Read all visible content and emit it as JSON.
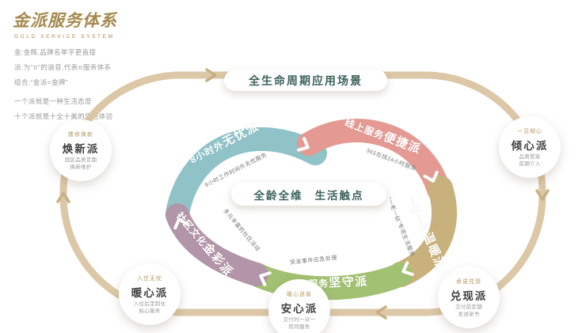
{
  "logo": {
    "title": "金派服务体系",
    "subtitle": "GOLD SERVICE SYSTEM"
  },
  "intro": {
    "line1": "金:金辉,品牌名单字更直接",
    "line2": "派:为“π”的谐音,代表π服务体系",
    "line3": "组合:“金派=金牌”",
    "line4": "一个派就是一种生活态度",
    "line5": "十个派就是十全十美的生活体验"
  },
  "diagram": {
    "top_pill": "全生命周期应用场景",
    "center_pill": {
      "left": "全龄全维",
      "right": "生活触点"
    },
    "bands": [
      {
        "prefix": "8小时外",
        "suffix": "无忧派",
        "note": "8小时工作时间外无忧服务",
        "color": "#8fc3c8"
      },
      {
        "prefix": "线上服务",
        "suffix": "便捷派",
        "note": "365在线24小时服务",
        "color": "#e49a92"
      },
      {
        "prefix": "一老一幼",
        "suffix": "温暖派",
        "note": "“一老一幼”专项生活服务",
        "color": "#c8b17c"
      },
      {
        "prefix": "应急服务",
        "suffix": "坚守派",
        "note": "突发事件应急处理",
        "color": "#a2c173"
      },
      {
        "prefix": "社区文化",
        "suffix": "金彩派",
        "note": "多元丰富的社区活动",
        "color": "#b295a8"
      }
    ],
    "nodes": [
      {
        "tag": "楼修焕新",
        "name": "焕新派",
        "note1": "园区品质定期",
        "note2": "换新维护"
      },
      {
        "tag": "一见倾心",
        "name": "倾心派",
        "note1": "品质管家",
        "note2": "前期介入"
      },
      {
        "tag": "入住无忧",
        "name": "暖心派",
        "note1": "入住后定制化",
        "note2": "贴心服务"
      },
      {
        "tag": "暖心送装",
        "name": "安心派",
        "note1": "交付时一对一",
        "note2": "陪同服务"
      },
      {
        "tag": "承诺兑现",
        "name": "兑现派",
        "note1": "交付前定期",
        "note2": "发送家书"
      }
    ]
  },
  "colors": {
    "ring": "#dcc7a7",
    "gold": "#a6894e",
    "pill_text": "#3d635c"
  }
}
